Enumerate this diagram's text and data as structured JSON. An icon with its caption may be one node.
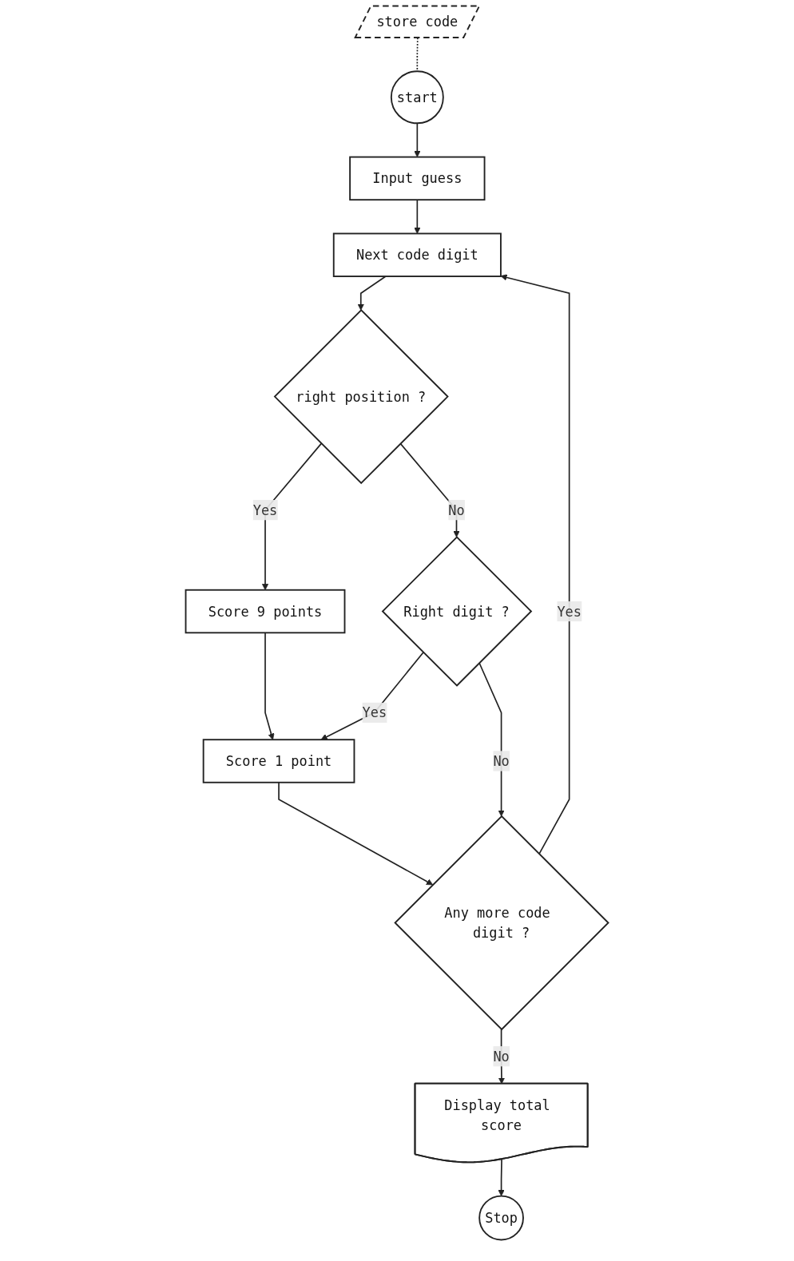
{
  "diagram": {
    "nodes": [
      {
        "text": [
          "store code"
        ]
      },
      {
        "text": [
          "start"
        ]
      },
      {
        "text": [
          "Input guess"
        ]
      },
      {
        "text": [
          "Next code digit"
        ]
      },
      {
        "text": [
          "right position ?"
        ]
      },
      {
        "text": [
          "Score 9 points"
        ]
      },
      {
        "text": [
          "Right digit ?"
        ]
      },
      {
        "text": [
          "Score 1 point"
        ]
      },
      {
        "text": [
          "Any more code digit ?"
        ]
      },
      {
        "text": [
          "Display total score"
        ]
      },
      {
        "text": [
          "Stop"
        ]
      }
    ],
    "edges": [
      {
        "from": 0,
        "to": 1,
        "arrow": "none",
        "style": "dashed"
      },
      {
        "from": 1,
        "to": 2,
        "arrow": "to"
      },
      {
        "from": 2,
        "to": 3,
        "arrow": "to"
      },
      {
        "from": 3,
        "to": 4,
        "arrow": "to"
      },
      {
        "from": 4,
        "to": 5,
        "arrow": "to",
        "label": "Yes"
      },
      {
        "from": 4,
        "to": 6,
        "arrow": "to",
        "label": "No"
      },
      {
        "from": 5,
        "to": 7,
        "arrow": "to"
      },
      {
        "from": 6,
        "to": 7,
        "arrow": "to",
        "label": "Yes"
      },
      {
        "from": 7,
        "to": 8,
        "arrow": "to"
      },
      {
        "from": 6,
        "to": 8,
        "arrow": "to",
        "label": "No"
      },
      {
        "from": 8,
        "to": 3,
        "arrow": "to",
        "label": "Yes"
      },
      {
        "from": 8,
        "to": 9,
        "arrow": "to",
        "label": "No"
      },
      {
        "from": 9,
        "to": 10,
        "arrow": "to"
      }
    ]
  }
}
